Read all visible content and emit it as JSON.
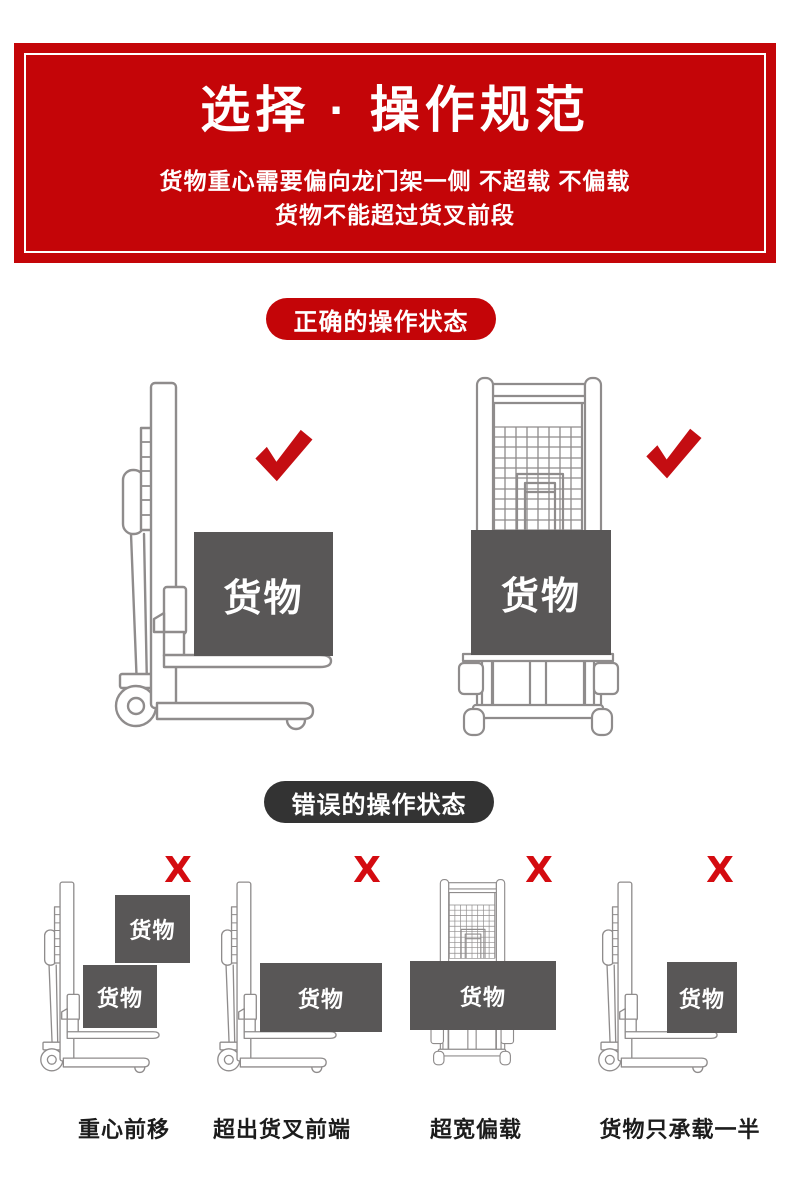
{
  "banner": {
    "title": "选择 · 操作规范",
    "subtitle_lines": [
      "货物重心需要偏向龙门架一侧 不超载 不偏载",
      "货物不能超过货叉前段"
    ]
  },
  "sections": {
    "correct": {
      "badge_label": "正确的操作状态"
    },
    "wrong": {
      "badge_label": "错误的操作状态",
      "items": [
        {
          "caption": "重心前移"
        },
        {
          "caption": "超出货叉前端"
        },
        {
          "caption": "超宽偏载"
        },
        {
          "caption": "货物只承载一半"
        }
      ]
    }
  },
  "cargo_label": "货物",
  "marks": {
    "x": "X"
  },
  "colors": {
    "brand_red": "#c40508",
    "badge_dark": "#333333",
    "cargo_gray": "#595757",
    "check_red": "#c40d12",
    "x_red": "#d40b10",
    "line_gray": "#8f8c8c"
  }
}
